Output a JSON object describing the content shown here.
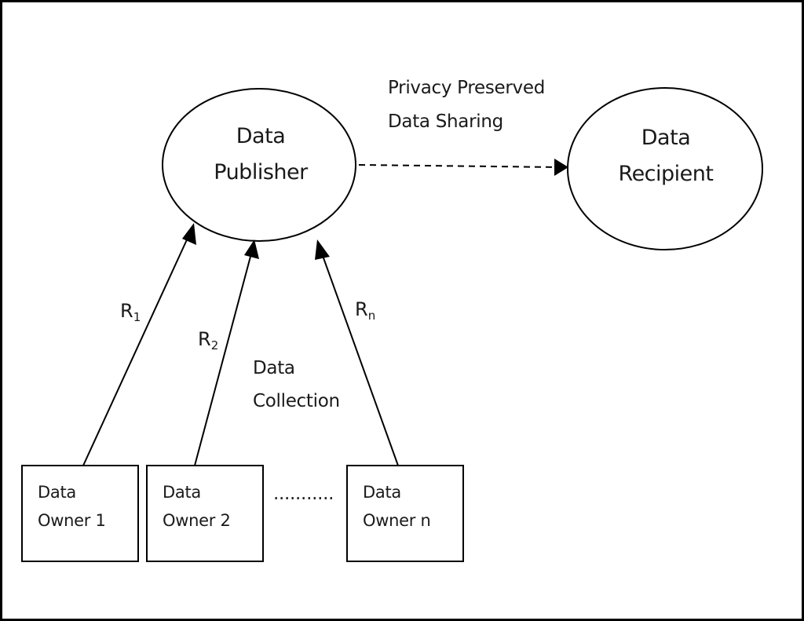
{
  "publisher": {
    "line1": "Data",
    "line2": "Publisher"
  },
  "recipient": {
    "line1": "Data",
    "line2": "Recipient"
  },
  "sharing": {
    "line1": "Privacy Preserved",
    "line2": "Data Sharing"
  },
  "collection": {
    "line1": "Data",
    "line2": "Collection"
  },
  "records": [
    {
      "base": "R",
      "sub": "1"
    },
    {
      "base": "R",
      "sub": "2"
    },
    {
      "base": "R",
      "sub": "n"
    }
  ],
  "owners": [
    {
      "line1": "Data",
      "line2": "Owner 1"
    },
    {
      "line1": "Data",
      "line2": "Owner 2"
    },
    {
      "line1": "Data",
      "line2": "Owner n"
    }
  ],
  "ellipsis": "...........",
  "colors": {
    "stroke": "#000000",
    "text": "#1a1a1a",
    "background": "#ffffff"
  }
}
